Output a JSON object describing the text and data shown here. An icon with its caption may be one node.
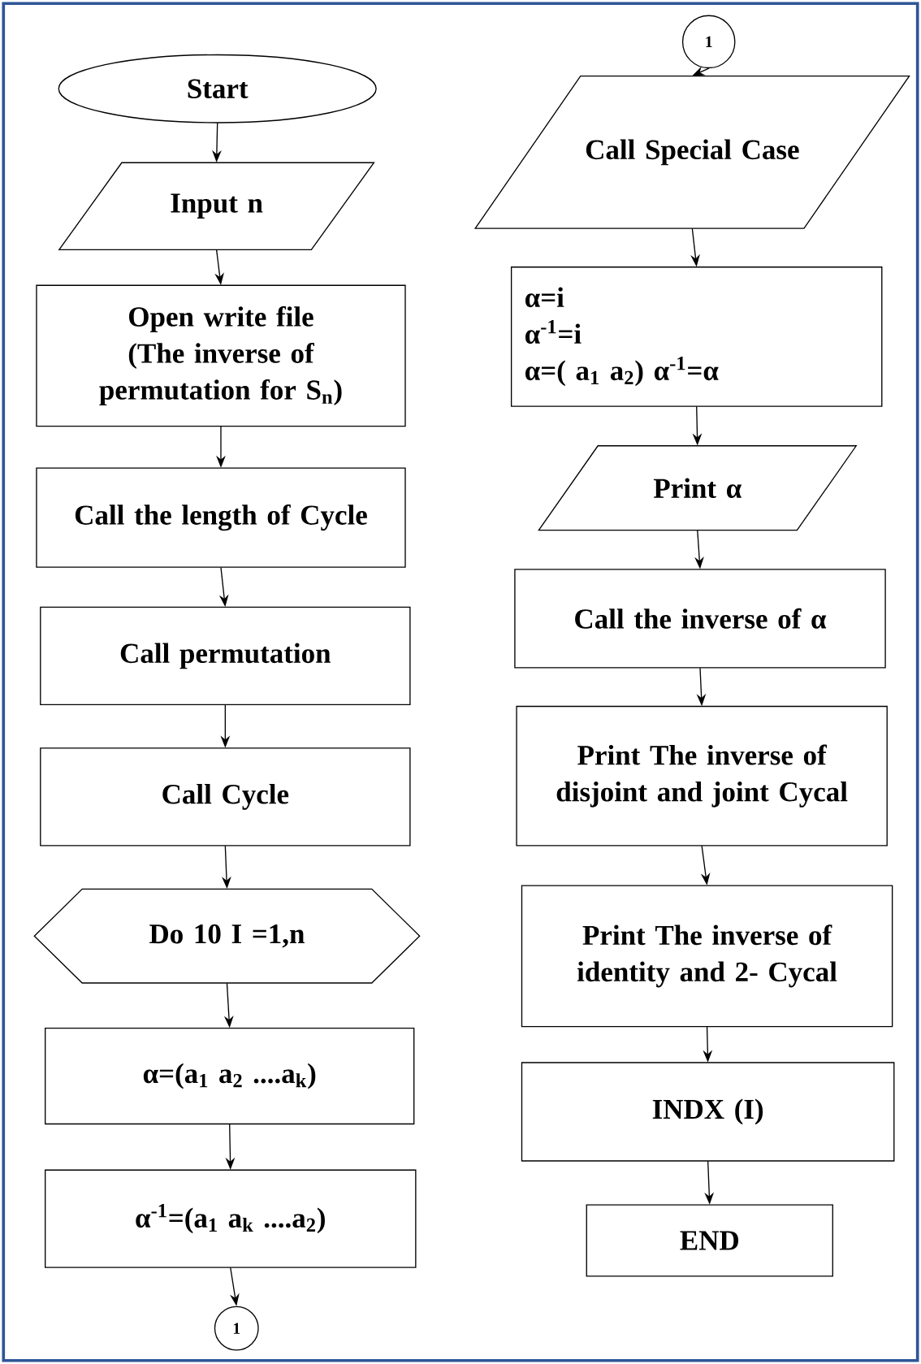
{
  "diagram": {
    "nodes": [
      {
        "text": [
          "Start"
        ]
      },
      {
        "text": [
          "Input  n"
        ]
      },
      {
        "text": [
          "Open write file (The inverse of permutation for S$_{n}$)"
        ]
      },
      {
        "text": [
          "Call the length of Cycle"
        ]
      },
      {
        "text": [
          "Call permutation"
        ]
      },
      {
        "text": [
          "Call Cycle"
        ]
      },
      {
        "text": [
          "Do 10 I =1,n"
        ]
      },
      {
        "text": [
          "α=(a$_{1}$ a$_{2}$ ....a$_{k}$)"
        ]
      },
      {
        "text": [
          "α$^{-1}$=(a$_{1}$ a$_{k}$ ....a$_{2}$)"
        ]
      },
      {
        "text": [
          "1"
        ]
      },
      {
        "text": [
          "1"
        ]
      },
      {
        "text": [
          "Call Special Case"
        ]
      },
      {
        "text": [
          "α=i",
          "α$^{-1}$=i",
          "α=( a$_{1}$ a$_{2}$) α$^{-1}$=α"
        ]
      },
      {
        "text": [
          "Print α"
        ]
      },
      {
        "text": [
          "Call the inverse of α"
        ]
      },
      {
        "text": [
          "Print The inverse of disjoint and joint Cycal"
        ]
      },
      {
        "text": [
          "Print The inverse of identity and 2- Cycal"
        ]
      },
      {
        "text": [
          "INDX (I)"
        ]
      },
      {
        "text": [
          "END"
        ]
      }
    ],
    "edges": [
      {
        "from": 0,
        "to": 1,
        "arrow": "to"
      },
      {
        "from": 1,
        "to": 2,
        "arrow": "to"
      },
      {
        "from": 2,
        "to": 3,
        "arrow": "to"
      },
      {
        "from": 3,
        "to": 4,
        "arrow": "to"
      },
      {
        "from": 4,
        "to": 5,
        "arrow": "to"
      },
      {
        "from": 5,
        "to": 6,
        "arrow": "to"
      },
      {
        "from": 6,
        "to": 7,
        "arrow": "to"
      },
      {
        "from": 7,
        "to": 8,
        "arrow": "to"
      },
      {
        "from": 8,
        "to": 9,
        "arrow": "to"
      },
      {
        "from": 10,
        "to": 11,
        "arrow": "to"
      },
      {
        "from": 11,
        "to": 12,
        "arrow": "to"
      },
      {
        "from": 12,
        "to": 13,
        "arrow": "to"
      },
      {
        "from": 13,
        "to": 14,
        "arrow": "to"
      },
      {
        "from": 14,
        "to": 15,
        "arrow": "to"
      },
      {
        "from": 15,
        "to": 16,
        "arrow": "to"
      },
      {
        "from": 16,
        "to": 17,
        "arrow": "to"
      },
      {
        "from": 17,
        "to": 18,
        "arrow": "to"
      }
    ]
  }
}
